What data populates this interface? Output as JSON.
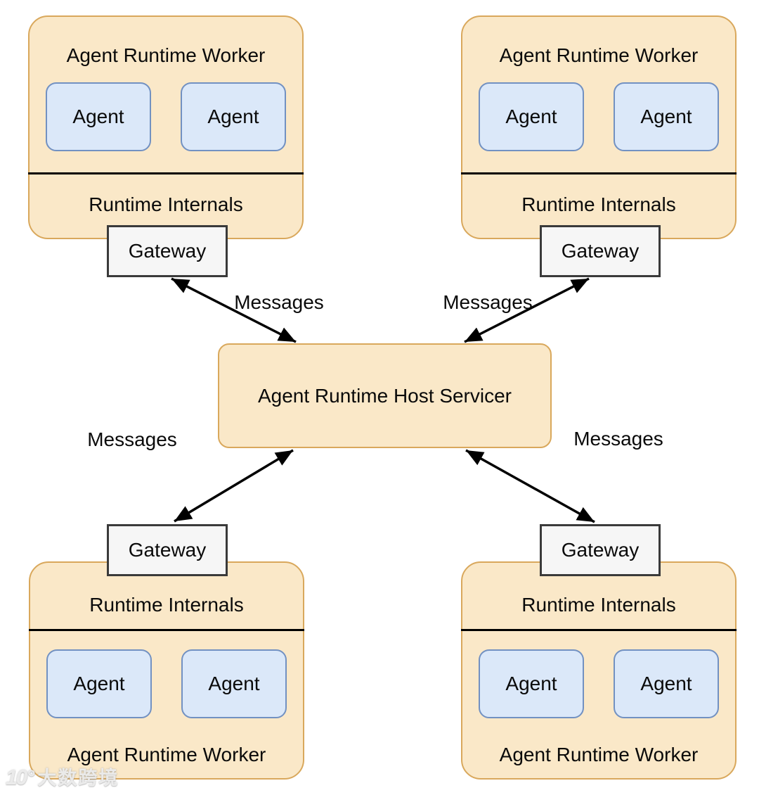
{
  "diagram": {
    "center_label": "Agent Runtime Host Servicer",
    "gateway_label": "Gateway",
    "messages_label": "Messages",
    "workers": [
      {
        "position": "top-left",
        "title": "Agent Runtime Worker",
        "internals_label": "Runtime Internals",
        "agents": [
          "Agent",
          "Agent"
        ]
      },
      {
        "position": "top-right",
        "title": "Agent Runtime Worker",
        "internals_label": "Runtime Internals",
        "agents": [
          "Agent",
          "Agent"
        ]
      },
      {
        "position": "bottom-left",
        "title": "Agent Runtime Worker",
        "internals_label": "Runtime Internals",
        "agents": [
          "Agent",
          "Agent"
        ]
      },
      {
        "position": "bottom-right",
        "title": "Agent Runtime Worker",
        "internals_label": "Runtime Internals",
        "agents": [
          "Agent",
          "Agent"
        ]
      }
    ],
    "colors": {
      "worker_fill": "#FAE8C8",
      "worker_border": "#D9A85C",
      "agent_fill": "#DBE8F9",
      "agent_border": "#7291C2",
      "gateway_fill": "#F6F6F6",
      "gateway_border": "#3A3A3A",
      "arrow": "#000000",
      "text": "#0A0A0A",
      "background": "#FFFFFF"
    }
  },
  "watermark": {
    "logo": "10°",
    "text": "大数跨境"
  }
}
